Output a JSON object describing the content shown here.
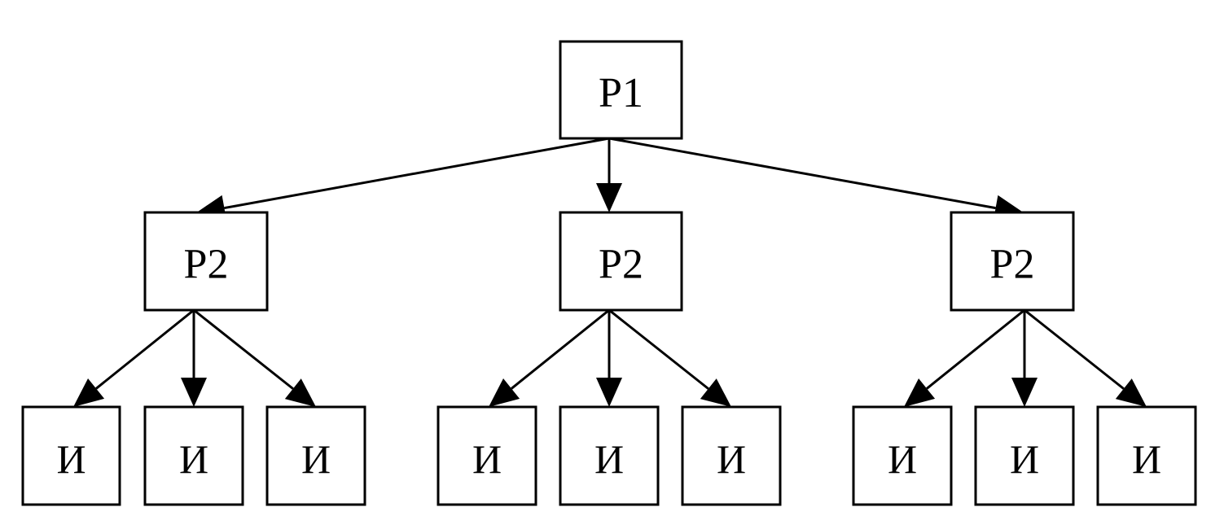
{
  "diagram": {
    "type": "tree",
    "nodes": [
      {
        "id": "root",
        "label": "P1"
      },
      {
        "id": "p2a",
        "label": "P2"
      },
      {
        "id": "p2b",
        "label": "P2"
      },
      {
        "id": "p2c",
        "label": "P2"
      },
      {
        "id": "i1",
        "label": "И"
      },
      {
        "id": "i2",
        "label": "И"
      },
      {
        "id": "i3",
        "label": "И"
      },
      {
        "id": "i4",
        "label": "И"
      },
      {
        "id": "i5",
        "label": "И"
      },
      {
        "id": "i6",
        "label": "И"
      },
      {
        "id": "i7",
        "label": "И"
      },
      {
        "id": "i8",
        "label": "И"
      },
      {
        "id": "i9",
        "label": "И"
      }
    ],
    "edges": [
      {
        "from": "root",
        "to": "p2a"
      },
      {
        "from": "root",
        "to": "p2b"
      },
      {
        "from": "root",
        "to": "p2c"
      },
      {
        "from": "p2a",
        "to": "i1"
      },
      {
        "from": "p2a",
        "to": "i2"
      },
      {
        "from": "p2a",
        "to": "i3"
      },
      {
        "from": "p2b",
        "to": "i4"
      },
      {
        "from": "p2b",
        "to": "i5"
      },
      {
        "from": "p2b",
        "to": "i6"
      },
      {
        "from": "p2c",
        "to": "i7"
      },
      {
        "from": "p2c",
        "to": "i8"
      },
      {
        "from": "p2c",
        "to": "i9"
      }
    ],
    "colors": {
      "stroke": "#000000",
      "fill": "#ffffff"
    }
  }
}
